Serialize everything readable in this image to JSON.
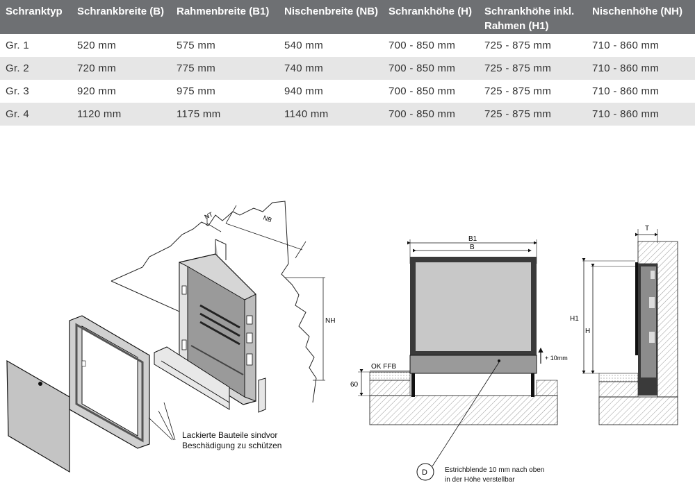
{
  "table": {
    "headers": [
      "Schranktyp",
      "Schrankbreite (B)",
      "Rahmenbreite (B1)",
      "Nischenbreite (NB)",
      "Schrankhöhe (H)",
      "Schrankhöhe inkl. Rahmen (H1)",
      "Nischenhöhe (NH)"
    ],
    "rows": [
      [
        "Gr. 1",
        "520 mm",
        "575 mm",
        "540 mm",
        "700 - 850 mm",
        "725 - 875 mm",
        "710 - 860 mm"
      ],
      [
        "Gr. 2",
        "720 mm",
        "775 mm",
        "740 mm",
        "700 - 850 mm",
        "725 - 875 mm",
        "710 - 860 mm"
      ],
      [
        "Gr. 3",
        "920 mm",
        "975 mm",
        "940 mm",
        "700 - 850 mm",
        "725 - 875 mm",
        "710 - 860 mm"
      ],
      [
        "Gr. 4",
        "1120 mm",
        "1175 mm",
        "1140 mm",
        "700 - 850 mm",
        "725 - 875 mm",
        "710 - 860 mm"
      ]
    ]
  },
  "drawing": {
    "left": {
      "nt": "NT",
      "nb": "NB",
      "nh": "NH",
      "note_line1": "Lackierte Bauteile sindvor",
      "note_line2": "Beschädigung zu schützen"
    },
    "front": {
      "b1": "B1",
      "b": "B",
      "ok_ffb": "OK FFB",
      "sixty": "60",
      "plus10": "+ 10mm",
      "d": "D",
      "note_line1": "Estrichblende 10 mm nach oben",
      "note_line2": "in der Höhe verstellbar"
    },
    "side": {
      "t": "T",
      "h1": "H1",
      "h": "H"
    }
  }
}
